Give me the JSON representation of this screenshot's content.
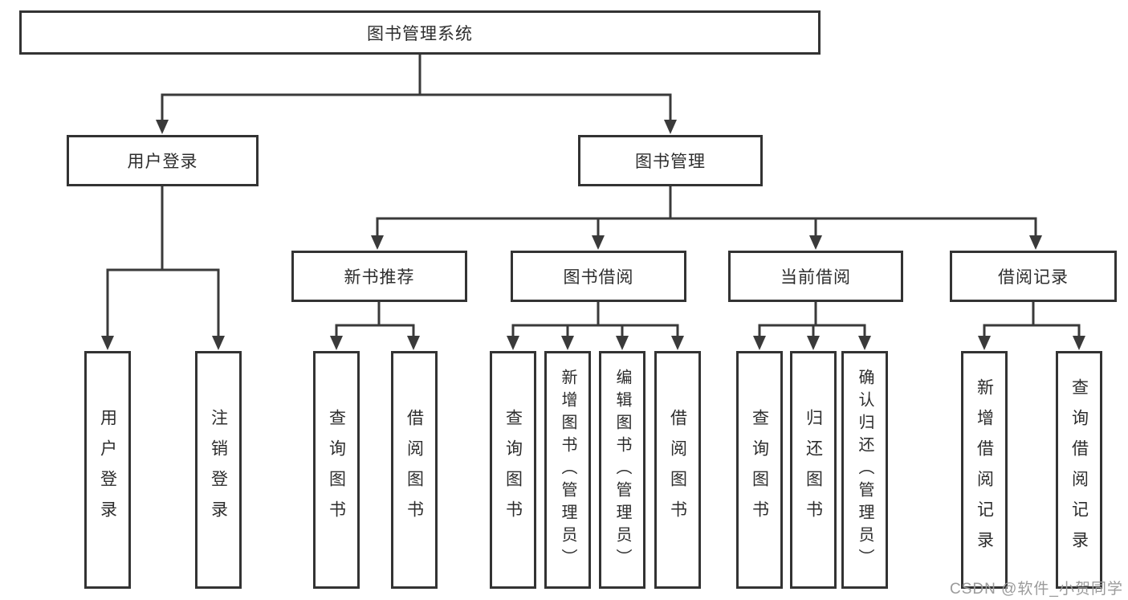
{
  "tree": {
    "label": "图书管理系统",
    "children": [
      {
        "label": "用户登录",
        "children": [
          {
            "label": "用户登录"
          },
          {
            "label": "注销登录"
          }
        ]
      },
      {
        "label": "图书管理",
        "children": [
          {
            "label": "新书推荐",
            "children": [
              {
                "label": "查询图书"
              },
              {
                "label": "借阅图书"
              }
            ]
          },
          {
            "label": "图书借阅",
            "children": [
              {
                "label": "查询图书"
              },
              {
                "label": "新增图书（管理员）"
              },
              {
                "label": "编辑图书（管理员）"
              },
              {
                "label": "借阅图书"
              }
            ]
          },
          {
            "label": "当前借阅",
            "children": [
              {
                "label": "查询图书"
              },
              {
                "label": "归还图书"
              },
              {
                "label": "确认归还（管理员）"
              }
            ]
          },
          {
            "label": "借阅记录",
            "children": [
              {
                "label": "新增借阅记录"
              },
              {
                "label": "查询借阅记录"
              }
            ]
          }
        ]
      }
    ]
  },
  "watermark": "CSDN @软件_小贺同学",
  "colors": {
    "line": "#3a3a3a",
    "box_border": "#333333",
    "text": "#2d2d2d",
    "background": "#ffffff",
    "watermark": "#9b9b9b"
  }
}
